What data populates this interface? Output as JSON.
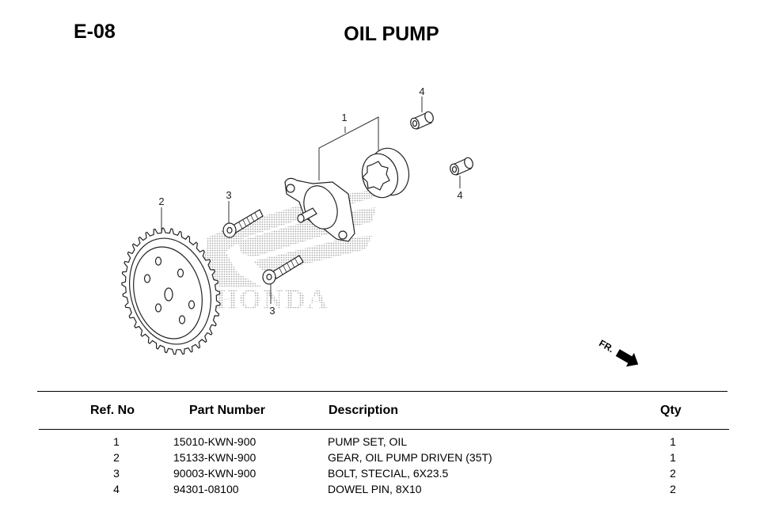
{
  "page": {
    "section_code": "E-08",
    "title": "OIL PUMP"
  },
  "diagram": {
    "callouts": [
      "1",
      "2",
      "3",
      "3",
      "4",
      "4"
    ],
    "parts": [
      {
        "ref": "1",
        "name": "oil pump set (pump body with inner/outer rotor)"
      },
      {
        "ref": "2",
        "name": "oil pump driven gear"
      },
      {
        "ref": "3",
        "name": "bolt"
      },
      {
        "ref": "4",
        "name": "dowel pin"
      }
    ],
    "watermark_text": "HONDA",
    "direction_label": "FR."
  },
  "table": {
    "headers": {
      "ref": "Ref. No",
      "part": "Part Number",
      "desc": "Description",
      "qty": "Qty"
    },
    "rows": [
      {
        "ref": "1",
        "part": "15010-KWN-900",
        "desc": "PUMP SET, OIL",
        "qty": "1"
      },
      {
        "ref": "2",
        "part": "15133-KWN-900",
        "desc": "GEAR, OIL PUMP DRIVEN (35T)",
        "qty": "1"
      },
      {
        "ref": "3",
        "part": "90003-KWN-900",
        "desc": "BOLT, STECIAL, 6X23.5",
        "qty": "2"
      },
      {
        "ref": "4",
        "part": "94301-08100",
        "desc": "DOWEL PIN, 8X10",
        "qty": "2"
      }
    ]
  }
}
